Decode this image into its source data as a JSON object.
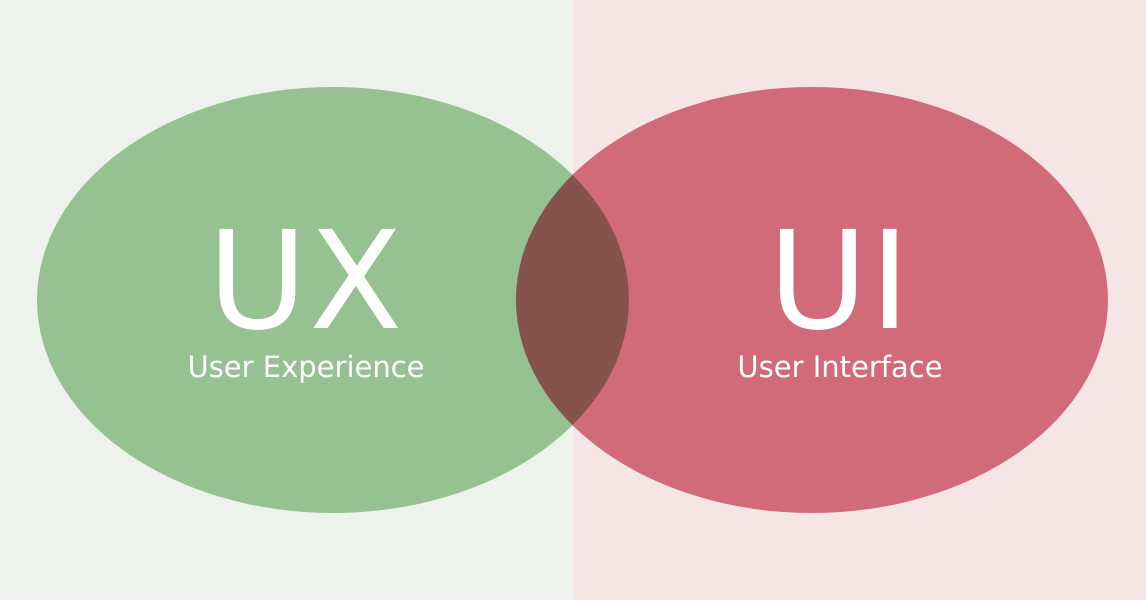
{
  "colors": {
    "background_left": "#edf3ec",
    "background_right": "#f6e5e5",
    "ux_circle": "#96c190",
    "ui_circle": "#d16b7a",
    "overlap": "#85534b",
    "text": "#ffffff"
  },
  "ux": {
    "title": "UX",
    "subtitle": "User Experience"
  },
  "ui": {
    "title": "UI",
    "subtitle": "User Interface"
  }
}
